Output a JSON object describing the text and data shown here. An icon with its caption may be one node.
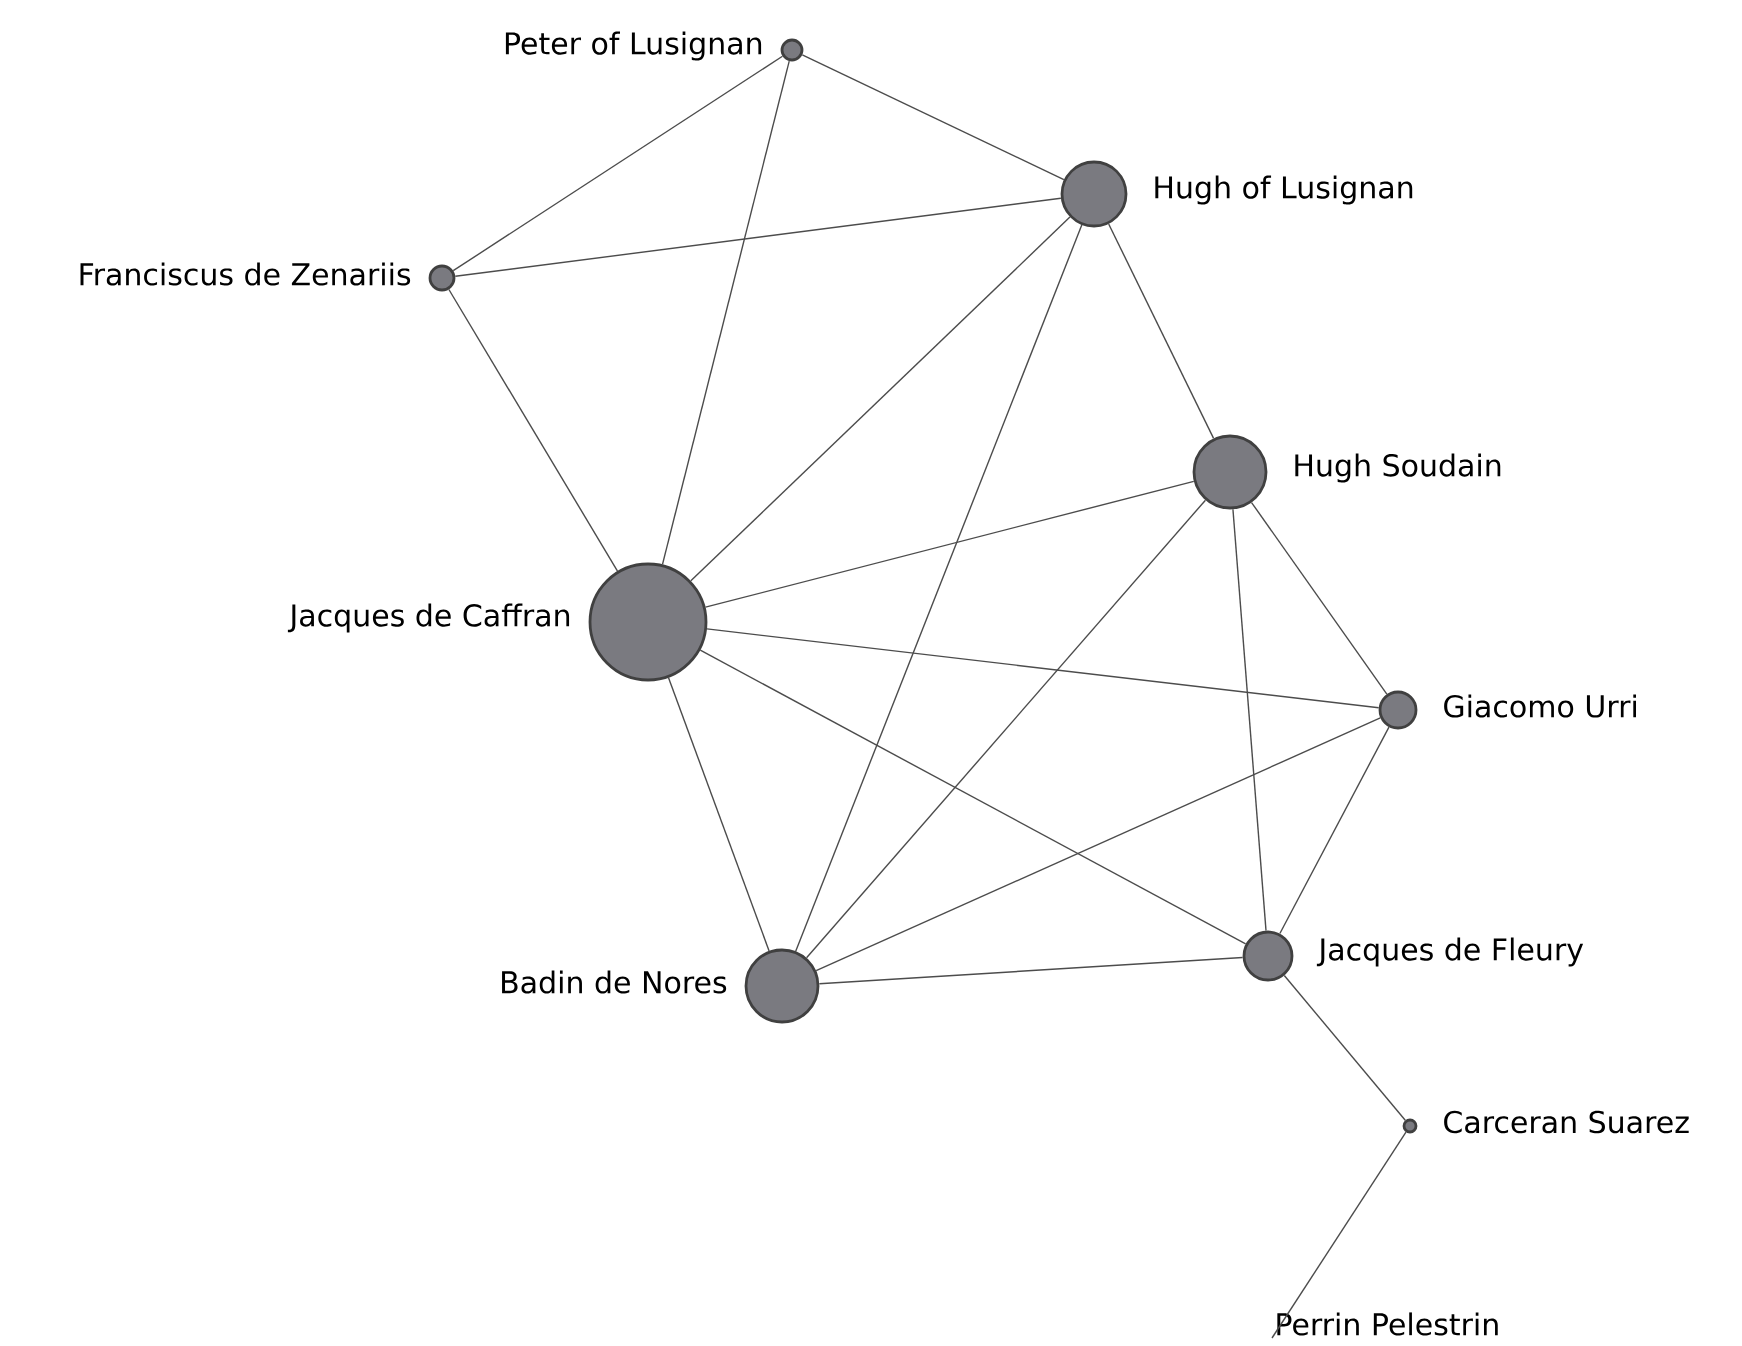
{
  "diagram": {
    "nodes": [
      {
        "text": [],
        "shape": "circle",
        "beside": [
          "Peter of Lusignan"
        ]
      },
      {
        "text": [],
        "shape": "circle",
        "beside": [
          "Hugh of Lusignan"
        ]
      },
      {
        "text": [],
        "shape": "circle",
        "beside": [
          "Franciscus de Zenariis"
        ]
      },
      {
        "text": [],
        "shape": "circle",
        "beside": [
          "Hugh Soudain"
        ]
      },
      {
        "text": [],
        "shape": "circle",
        "beside": [
          "Jacques de Caffran"
        ]
      },
      {
        "text": [],
        "shape": "circle",
        "beside": [
          "Giacomo Urri"
        ]
      },
      {
        "text": [],
        "shape": "circle",
        "beside": [
          "Badin de Nores"
        ]
      },
      {
        "text": [],
        "shape": "circle",
        "beside": [
          "Jacques de Fleury"
        ]
      },
      {
        "text": [],
        "shape": "circle",
        "beside": [
          "Carceran Suarez"
        ]
      },
      {
        "text": [
          "Perrin Pelestrin"
        ]
      }
    ],
    "edges": [
      {
        "from": 0,
        "to": 1,
        "arrow": "none"
      },
      {
        "from": 0,
        "to": 2,
        "arrow": "none"
      },
      {
        "from": 0,
        "to": 4,
        "arrow": "none"
      },
      {
        "from": 2,
        "to": 1,
        "arrow": "none"
      },
      {
        "from": 2,
        "to": 4,
        "arrow": "none"
      },
      {
        "from": 1,
        "to": 4,
        "arrow": "none"
      },
      {
        "from": 1,
        "to": 6,
        "arrow": "none"
      },
      {
        "from": 1,
        "to": 3,
        "arrow": "none"
      },
      {
        "from": 4,
        "to": 3,
        "arrow": "none"
      },
      {
        "from": 4,
        "to": 5,
        "arrow": "none"
      },
      {
        "from": 4,
        "to": 6,
        "arrow": "none"
      },
      {
        "from": 4,
        "to": 7,
        "arrow": "none"
      },
      {
        "from": 3,
        "to": 6,
        "arrow": "none"
      },
      {
        "from": 3,
        "to": 5,
        "arrow": "none"
      },
      {
        "from": 3,
        "to": 7,
        "arrow": "none"
      },
      {
        "from": 5,
        "to": 6,
        "arrow": "none"
      },
      {
        "from": 5,
        "to": 7,
        "arrow": "none"
      },
      {
        "from": 6,
        "to": 7,
        "arrow": "none"
      },
      {
        "from": 7,
        "to": 8,
        "arrow": "none"
      },
      {
        "from": 8,
        "to": 9,
        "arrow": "none"
      }
    ]
  }
}
